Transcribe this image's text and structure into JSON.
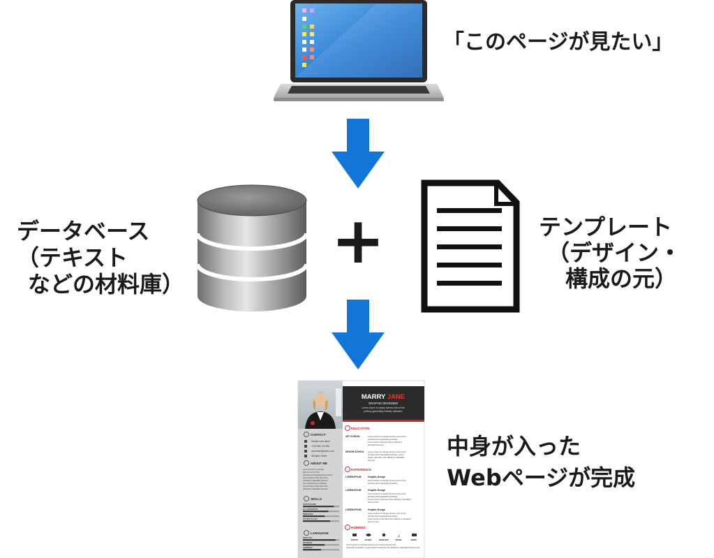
{
  "labels": {
    "laptop_caption": "「このページが見たい」",
    "database": [
      "データベース",
      "（テキスト",
      "などの材料庫）"
    ],
    "plus": "+",
    "template": [
      "テンプレート",
      "（デザイン・",
      "構成の元）"
    ],
    "result": [
      "中身が入った",
      "Webページが完成"
    ]
  },
  "resume": {
    "first_name": "MARRY",
    "last_name": "JANE",
    "role": "GRAPHIC DESIGNER",
    "intro": [
      "Lorem ipsum is simply dummy text of the",
      "printing typesetting industry standard."
    ],
    "sidebar": {
      "contact_heading": "CONTACT",
      "contact_items": [
        "Sample your name",
        "+123 950 123 456",
        "yourname@yahoo.com",
        "08 Name Street"
      ],
      "about_heading": "ABOUT ME",
      "about_text": [
        "Lorem Ipsum is simply",
        "dummy text of the",
        "printing and typesetting industry.",
        "Lorem Ipsum has been the",
        "industry's standard dummy",
        "text typesetting a industry.",
        "Lorem Ipsum has been the",
        "industry's standard dummy."
      ],
      "skills_heading": "SKILLS",
      "skills": [
        {
          "name": "PHOTOSHOP",
          "level": 0.85
        },
        {
          "name": "ILLUSTRATOR",
          "level": 0.7
        },
        {
          "name": "INDESIGN",
          "level": 0.6
        },
        {
          "name": "AFTER FLASH",
          "level": 0.75
        }
      ],
      "language_heading": "LANGUAGE",
      "languages": [
        {
          "name": "ENGLISH",
          "level": 0.9
        },
        {
          "name": "SPANISH",
          "level": 0.6
        },
        {
          "name": "GERMAN",
          "level": 0.5
        }
      ]
    },
    "main": {
      "education_heading": "EDUCATION",
      "education": [
        {
          "label": "ART SCHOOL",
          "text": [
            "Lorem Ipsum is simply dummy text of the",
            "printing and typesetting industry.",
            "Lorem Ipsum has been the industry's",
            "standard dummy."
          ]
        },
        {
          "label": "DESIGN SCHOOL",
          "text": [
            "Lorem Ipsum is simply dummy text of the",
            "printing and typesetting industry. Lorem",
            "Ipsum has been the industry's standard",
            "dummy."
          ]
        }
      ],
      "experience_heading": "EXPERIENCE",
      "experience": [
        {
          "label": "LOREM IPSUM",
          "title": "Graphic Design",
          "text": [
            "Lorem Ipsum is simply dummy text of the",
            "printing and typesetting industry."
          ]
        },
        {
          "label": "LOREM IPSUM",
          "title": "Graphic Design",
          "text": [
            "Lorem Ipsum is simply dummy text of the",
            "printing and typesetting industry.",
            "Lorem Ipsum has been the industry's standard",
            "dummy text."
          ]
        },
        {
          "label": "LOREM IPSUM",
          "title": "Graphic Design",
          "text": [
            "Lorem Ipsum is simply dummy text of the",
            "printing and typesetting industry.",
            "Lorem Ipsum has been the industry's standard",
            "dummy text."
          ]
        }
      ],
      "hobbies_heading": "HOBBIES",
      "hobbies": [
        "PHOTO",
        "RUGBY",
        "BOWLING",
        "MUSIC",
        "BOOK"
      ],
      "footer_text": [
        "Lorem Ipsum is simply dummy text of the printing and",
        "typesetting industry. Lorem Ipsum has been the industry's standard dummy text."
      ]
    }
  },
  "colors": {
    "arrow": "#1276d8",
    "accent": "#d32f2f",
    "text": "#1a1a1a"
  }
}
